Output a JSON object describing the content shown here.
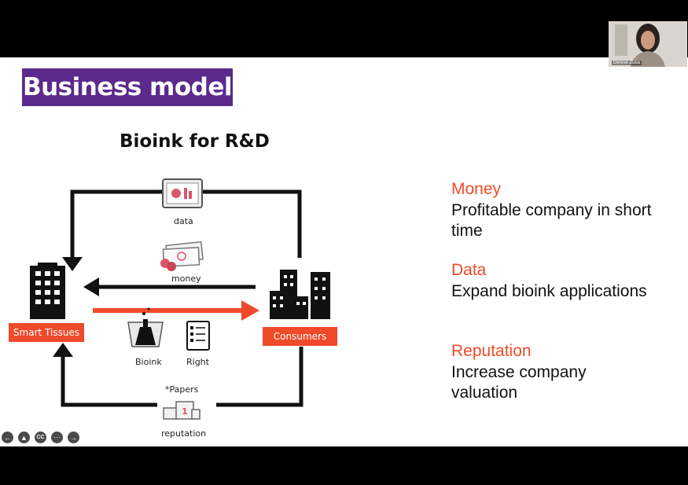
{
  "slide": {
    "title": "Business model",
    "subtitle": "Bioink for R&D",
    "diagram": {
      "data_label": "data",
      "money_label": "money",
      "bioink_label": "Bioink",
      "right_label": "Right",
      "papers_label": "*Papers",
      "reputation_label": "reputation",
      "left_node": "Smart Tissues",
      "right_node": "Consumers",
      "podium_number": "1"
    },
    "points": [
      {
        "heading": "Money",
        "text": "Profitable company in short time"
      },
      {
        "heading": "Data",
        "text": "Expand bioink applications"
      },
      {
        "heading": "Reputation",
        "text": "Increase company valuation"
      }
    ]
  },
  "video": {
    "participant_name": "Denise Zuba"
  },
  "colors": {
    "accent": "#ef4a29",
    "title_bg": "#5b2a8c"
  },
  "controls": [
    "arrow-left-icon",
    "pointer-icon",
    "captions-icon",
    "more-icon",
    "arrow-right-icon"
  ],
  "captions_label": "CC"
}
